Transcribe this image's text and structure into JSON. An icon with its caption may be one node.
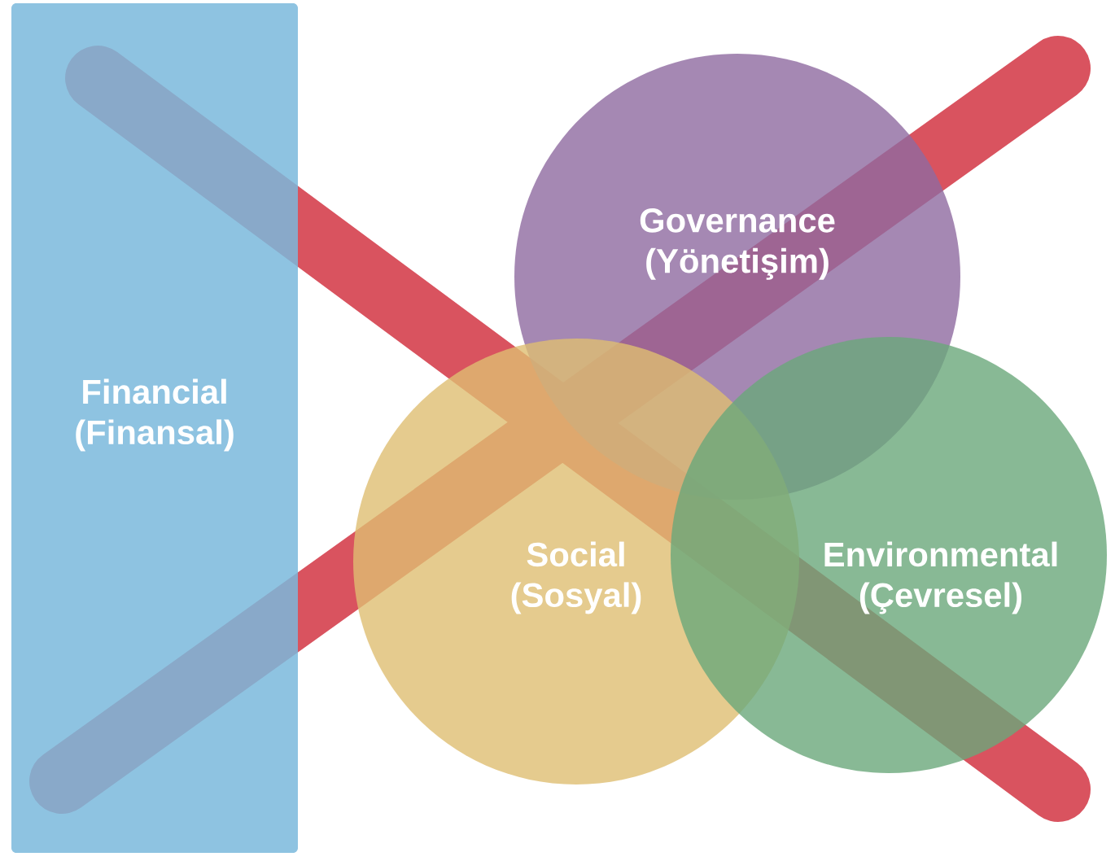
{
  "diagram": {
    "nodes": [
      {
        "text": [
          "Financial",
          "(Finansal)"
        ]
      },
      {
        "text": [
          "Governance",
          "(Yönetişim)"
        ]
      },
      {
        "text": [
          "Social",
          "(Sosyal)"
        ]
      },
      {
        "text": [
          "Environmental",
          "(Çevresel)"
        ]
      }
    ]
  }
}
